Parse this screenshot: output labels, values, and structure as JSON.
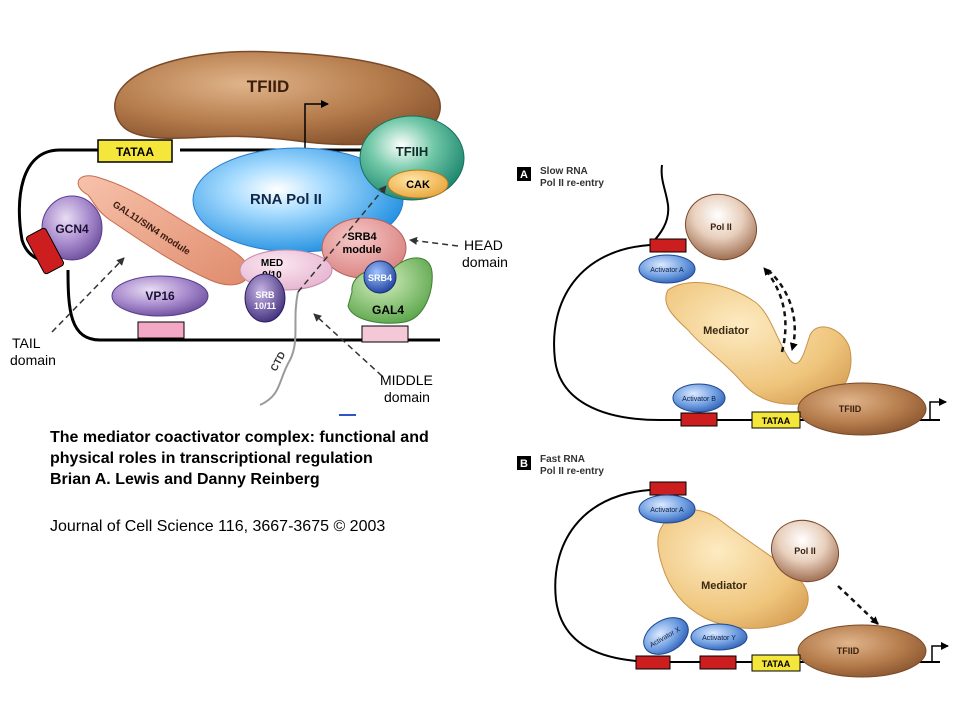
{
  "left_figure": {
    "tfiid": "TFIID",
    "tataa": "TATAA",
    "tfiih": "TFIIH",
    "cak": "CAK",
    "rna_pol_ii": "RNA Pol II",
    "gcn4": "GCN4",
    "gal11_module": "GAL11/SIN4 module",
    "med_line1": "MED",
    "med_line2": "9/10",
    "srb4_module_line1": "SRB4",
    "srb4_module_line2": "module",
    "srb4": "SRB4",
    "vp16": "VP16",
    "srb_line1": "SRB",
    "srb_line2": "10/11",
    "gal4": "GAL4",
    "ctd": "CTD",
    "head_line1": "HEAD",
    "head_line2": "domain",
    "tail_line1": "TAIL",
    "tail_line2": "domain",
    "middle_line1": "MIDDLE",
    "middle_line2": "domain"
  },
  "caption": {
    "title_line1": "The mediator coactivator complex: functional and",
    "title_line2": "physical roles in transcriptional regulation",
    "authors": "Brian A. Lewis and Danny Reinberg",
    "journal": "Journal of Cell Science 116, 3667-3675 © 2003"
  },
  "panel_a": {
    "letter": "A",
    "title_line1": "Slow RNA",
    "title_line2": "Pol II re-entry",
    "pol_ii": "Pol II",
    "activator_a": "Activator A",
    "mediator": "Mediator",
    "activator_b": "Activator B",
    "tataa": "TATAA",
    "tfiid": "TFIID"
  },
  "panel_b": {
    "letter": "B",
    "title_line1": "Fast RNA",
    "title_line2": "Pol II re-entry",
    "activator_a": "Activator A",
    "pol_ii": "Pol II",
    "mediator": "Mediator",
    "activator_x": "Activator X",
    "activator_y": "Activator Y",
    "tataa": "TATAA",
    "tfiid": "TFIID"
  }
}
